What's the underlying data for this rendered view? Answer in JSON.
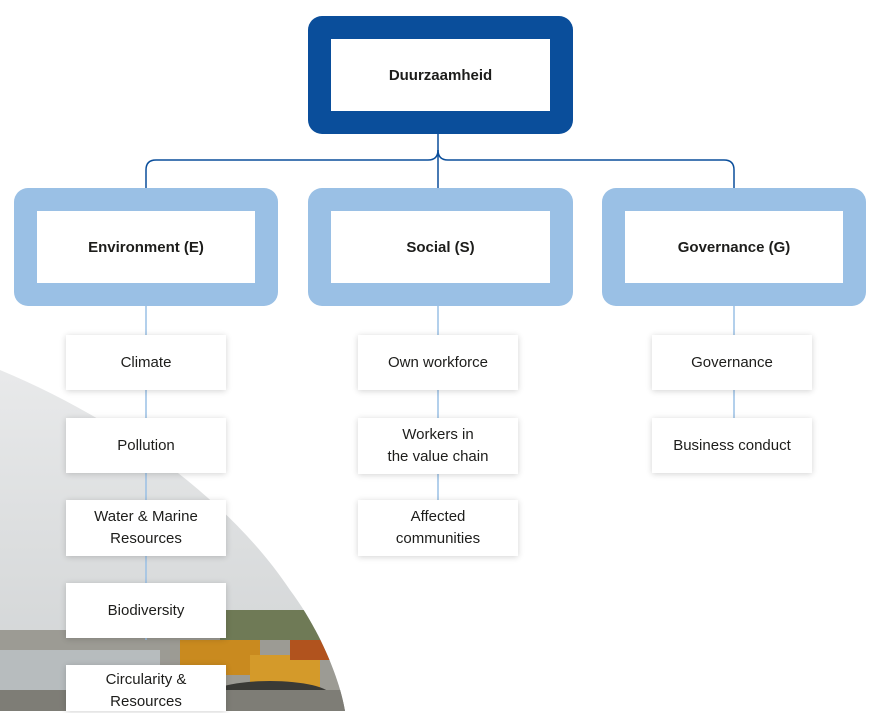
{
  "root": {
    "label": "Duurzaamheid"
  },
  "pillars": [
    {
      "label": "Environment (E)",
      "topics": [
        "Climate",
        "Pollution",
        "Water & Marine\nResources",
        "Biodiversity",
        "Circularity &\nResources"
      ]
    },
    {
      "label": "Social (S)",
      "topics": [
        "Own workforce",
        "Workers in\nthe value chain",
        "Affected\ncommunities"
      ]
    },
    {
      "label": "Governance (G)",
      "topics": [
        "Governance",
        "Business conduct"
      ]
    }
  ],
  "colors": {
    "root_frame": "#0a4e9b",
    "pillar_frame": "#9ac0e5",
    "connector": "#0a4e9b",
    "topic_connector": "#9ac0e5"
  }
}
